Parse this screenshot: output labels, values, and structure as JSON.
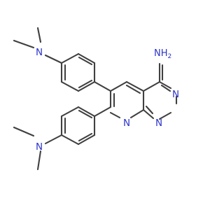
{
  "molecule": {
    "atoms": {
      "dimethylamino_top": "N",
      "dimethylamino_bottom": "N",
      "amine": "NH",
      "amine_subscript": "2",
      "ring_n_right_top": "N",
      "ring_n_right_bottom": "N",
      "ring_n_pyridine": "N"
    }
  },
  "colors": {
    "bond": "#404040",
    "nitrogen": "#2b35c9",
    "background": "#ffffff"
  }
}
